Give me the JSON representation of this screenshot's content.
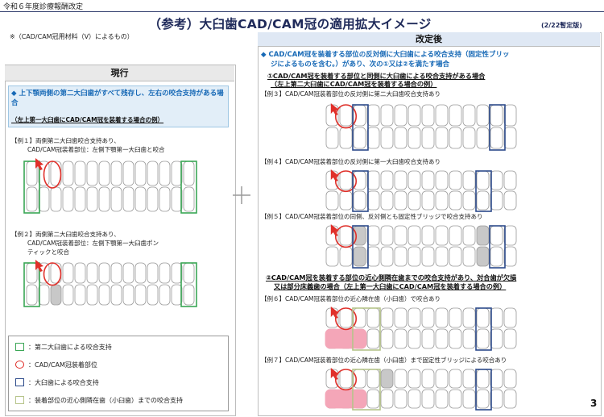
{
  "header": {
    "revision_note": "令和６年度診療報酬改定",
    "title": "（参考）大臼歯CAD/CAM冠の適用拡大イメージ",
    "version": "(2/22暫定版)",
    "material_note": "※（CAD/CAM冠用材料（Ⅴ）によるもの）"
  },
  "current": {
    "heading": "現行",
    "summary": "◆ 上下顎両側の第二大臼歯がすべて残存し、左右の咬合支持がある場合",
    "case_note": "（左上第一大臼歯にCAD/CAM冠を装着する場合の例）",
    "examples": [
      {
        "line1": "【例１】両側第二大臼歯咬合支持あり、",
        "line2": "CAD/CAM冠装着部位：左側下顎第一大臼歯と咬合"
      },
      {
        "line1": "【例２】両側第二大臼歯咬合支持あり、",
        "line2": "CAD/CAM冠装着部位：左側下顎第一大臼歯ポン",
        "line3": "ティックと咬合"
      }
    ]
  },
  "revised": {
    "heading": "改定後",
    "summary_line1": "◆ CAD/CAM冠を装着する部位の反対側に大臼歯による咬合支持（固定性ブリッ",
    "summary_line2": "ジによるものを含む。）があり、次の①又は②を満たす場合",
    "cond1_line1": "①CAD/CAM冠を装着する部位と同側に大臼歯による咬合支持がある場合",
    "cond1_line2": "（左上第二大臼歯にCAD/CAM冠を装着する場合の例）",
    "cond2_line1": "②CAD/CAM冠を装着する部位の近心側隣在歯までの咬合支持があり、対合歯が欠損",
    "cond2_line2": "又は部分床義歯の場合（左上第一大臼歯にCAD/CAM冠を装着する場合の例）",
    "examples": [
      "【例３】CAD/CAM冠装着部位の反対側に第二大臼歯咬合支持あり",
      "【例４】CAD/CAM冠装着部位の反対側に第一大臼歯咬合支持あり",
      "【例５】CAD/CAM冠装着部位の同側、反対側とも固定性ブリッジで咬合支持あり",
      "【例６】CAD/CAM冠装着部位の近心隣在歯（小臼歯）で咬合あり",
      "【例７】CAD/CAM冠装着部位の近心隣在歯（小臼歯）まで固定性ブリッジによる咬合あり"
    ]
  },
  "legend": [
    {
      "label": "：第二大臼歯による咬合支持",
      "color": "#3aa655",
      "shape": "square"
    },
    {
      "label": "：CAD/CAM冠装着部位",
      "color": "#e0302a",
      "shape": "ellipse"
    },
    {
      "label": "：大臼歯による咬合支持",
      "color": "#2c4a8a",
      "shape": "square"
    },
    {
      "label": "：装着部位の近心側隣在歯（小臼歯）までの咬合支持",
      "color": "#b6c48a",
      "shape": "square"
    }
  ],
  "icons": {
    "arrow": "red-arrow-icon",
    "plus": "plus-icon"
  },
  "colors": {
    "title": "#1f2a5a",
    "summary_blue": "#1769b6",
    "green": "#3aa655",
    "red": "#e0302a",
    "navy": "#2c4a8a",
    "olive": "#b6c48a",
    "denture_pink": "#f4a6b8"
  },
  "page_number": "3"
}
